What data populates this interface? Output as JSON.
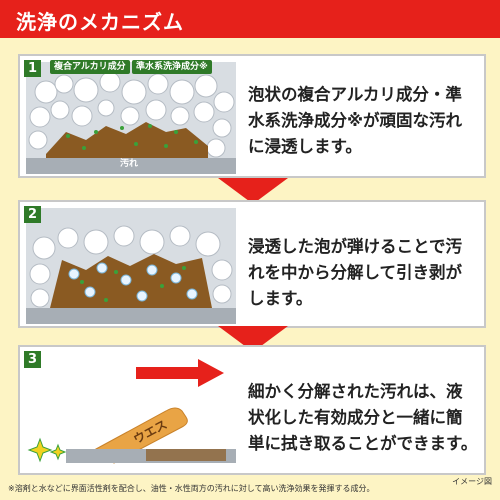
{
  "header": {
    "title": "洗浄のメカニズム"
  },
  "steps": [
    {
      "number": "1",
      "tags": [
        "複合アルカリ成分",
        "準水系洗浄成分※"
      ],
      "dirt_label": "汚れ",
      "lines": [
        "泡状の複合アルカリ成分・準",
        "水系洗浄成分※が頑固な汚れ",
        "に浸透します。"
      ]
    },
    {
      "number": "2",
      "lines": [
        "浸透した泡が弾けることで汚",
        "れを中から分解して引き剥が",
        "します。"
      ]
    },
    {
      "number": "3",
      "cloth_label": "ウエス",
      "lines": [
        "細かく分解された汚れは、液",
        "状化した有効成分と一緒に簡",
        "単に拭き取ることができます。"
      ]
    }
  ],
  "image_note": "イメージ図",
  "footnote": "※溶剤と水などに界面活性剤を配合し、油性・水性両方の汚れに対して高い洗浄効果を発揮する成分。",
  "colors": {
    "header_red": "#e6211b",
    "step_green": "#2f7a28",
    "background_cream": "#fdf4c4",
    "dirt_brown": "#8a5a22"
  }
}
